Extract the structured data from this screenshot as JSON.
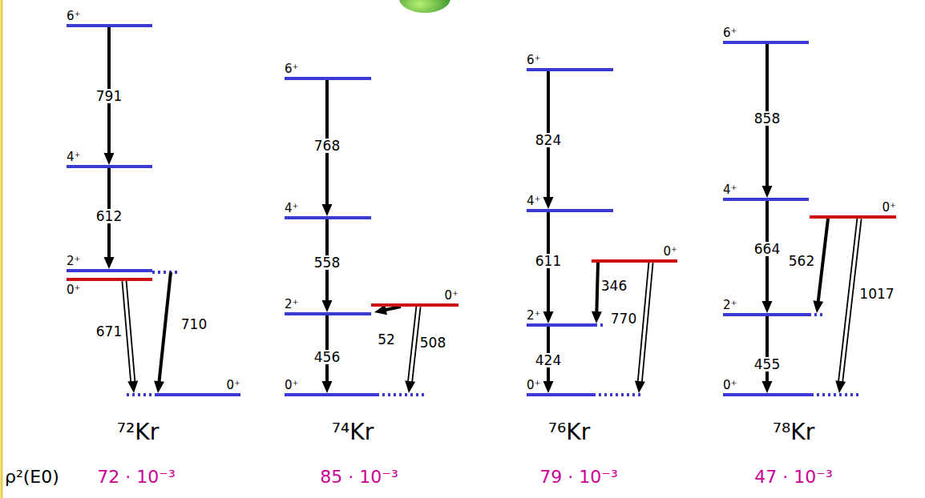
{
  "diagram": {
    "nodes": [
      {
        "text": [
          "6⁺"
        ]
      },
      {
        "text": [
          "4⁺"
        ]
      },
      {
        "text": [
          "2⁺"
        ]
      },
      {
        "text": [
          "0⁺"
        ]
      },
      {
        "text": [
          "0⁺"
        ]
      },
      {
        "text": [
          "6⁺"
        ]
      },
      {
        "text": [
          "4⁺"
        ]
      },
      {
        "text": [
          "2⁺"
        ]
      },
      {
        "text": [
          "0⁺"
        ]
      },
      {
        "text": [
          "0⁺"
        ]
      },
      {
        "text": [
          "6⁺"
        ]
      },
      {
        "text": [
          "4⁺"
        ]
      },
      {
        "text": [
          "2⁺"
        ]
      },
      {
        "text": [
          "0⁺"
        ]
      },
      {
        "text": [
          "0⁺"
        ]
      },
      {
        "text": [
          "6⁺"
        ]
      },
      {
        "text": [
          "4⁺"
        ]
      },
      {
        "text": [
          "2⁺"
        ]
      },
      {
        "text": [
          "0⁺"
        ]
      },
      {
        "text": [
          "0⁺"
        ]
      }
    ],
    "edges": [
      {
        "from": 0,
        "to": 1,
        "arrow": "to",
        "label": "791"
      },
      {
        "from": 1,
        "to": 2,
        "arrow": "to",
        "label": "612"
      },
      {
        "from": 2,
        "to": 4,
        "arrow": "to",
        "label": "710"
      },
      {
        "from": 3,
        "to": 4,
        "arrow": "to",
        "label": "671"
      },
      {
        "from": 5,
        "to": 6,
        "arrow": "to",
        "label": "768"
      },
      {
        "from": 6,
        "to": 7,
        "arrow": "to",
        "label": "558"
      },
      {
        "from": 7,
        "to": 9,
        "arrow": "to",
        "label": "456"
      },
      {
        "from": 8,
        "to": 7,
        "arrow": "to",
        "label": "52"
      },
      {
        "from": 8,
        "to": 9,
        "arrow": "to",
        "label": "508"
      },
      {
        "from": 10,
        "to": 11,
        "arrow": "to",
        "label": "824"
      },
      {
        "from": 11,
        "to": 12,
        "arrow": "to",
        "label": "611"
      },
      {
        "from": 12,
        "to": 14,
        "arrow": "to",
        "label": "424"
      },
      {
        "from": 13,
        "to": 12,
        "arrow": "to",
        "label": "346"
      },
      {
        "from": 13,
        "to": 14,
        "arrow": "to",
        "label": "770"
      },
      {
        "from": 15,
        "to": 16,
        "arrow": "to",
        "label": "858"
      },
      {
        "from": 16,
        "to": 17,
        "arrow": "to",
        "label": "664"
      },
      {
        "from": 17,
        "to": 19,
        "arrow": "to",
        "label": "455"
      },
      {
        "from": 18,
        "to": 17,
        "arrow": "to",
        "label": "562"
      },
      {
        "from": 18,
        "to": 19,
        "arrow": "to",
        "label": "1017"
      }
    ],
    "labels": [
      "⁷²Kr",
      "⁷⁴Kr",
      "⁷⁶Kr",
      "⁷⁸Kr",
      "ρ²(E0)",
      "72 · 10⁻³",
      "85 · 10⁻³",
      "79 · 10⁻³",
      "47 · 10⁻³"
    ]
  }
}
